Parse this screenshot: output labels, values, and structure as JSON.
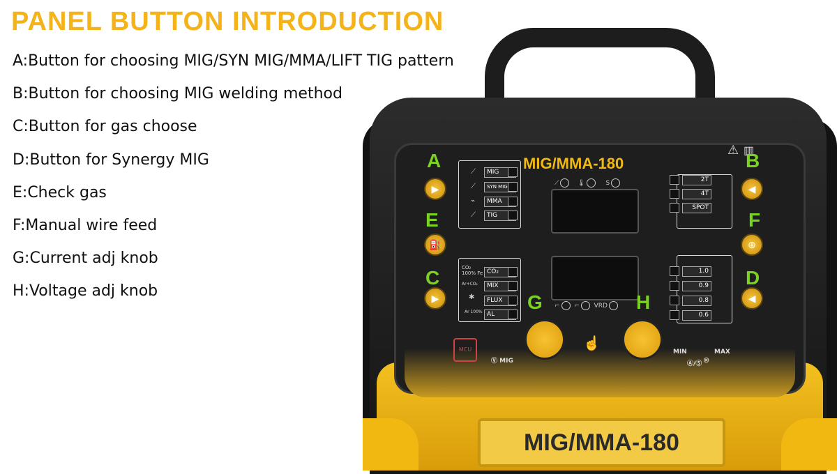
{
  "title": "PANEL BUTTON INTRODUCTION",
  "descriptions": [
    "A:Button for choosing MIG/SYN MIG/MMA/LIFT TIG pattern",
    "B:Button for choosing MIG welding method",
    "C:Button for gas choose",
    "D:Button for Synergy MIG",
    "E:Check gas",
    "F:Manual wire feed",
    "G:Current adj knob",
    "H:Voltage adj knob"
  ],
  "machine": {
    "model_label": "MIG/MMA-180",
    "name_plate": "MIG/MMA-180",
    "letters": {
      "a": "A",
      "b": "B",
      "c": "C",
      "d": "D",
      "e": "E",
      "f": "F",
      "g": "G",
      "h": "H"
    },
    "mode_labels": [
      "MIG",
      "SYN MIG",
      "MMA",
      "TIG"
    ],
    "method_labels": [
      "2T",
      "4T",
      "SPOT"
    ],
    "gas_labels": [
      "CO₂",
      "MIX",
      "FLUX",
      "AL"
    ],
    "wire_labels": [
      "1.0",
      "0.9",
      "0.8",
      "0.6"
    ],
    "gas_legend": [
      "CO₂ 100% Fe",
      "Ar+CO₂",
      "Ar 100%"
    ],
    "indicator_s": "S",
    "indicator_vrd": "VRD",
    "mcu": "MCU",
    "v_mig": "Ⓥ MIG",
    "min_label": "MIN",
    "max_label": "MAX",
    "as_label": "Ⓐ/Ⓢ"
  },
  "colors": {
    "accent": "#f5b31a",
    "letters": "#7bd321",
    "panel": "#1e1e1e"
  }
}
